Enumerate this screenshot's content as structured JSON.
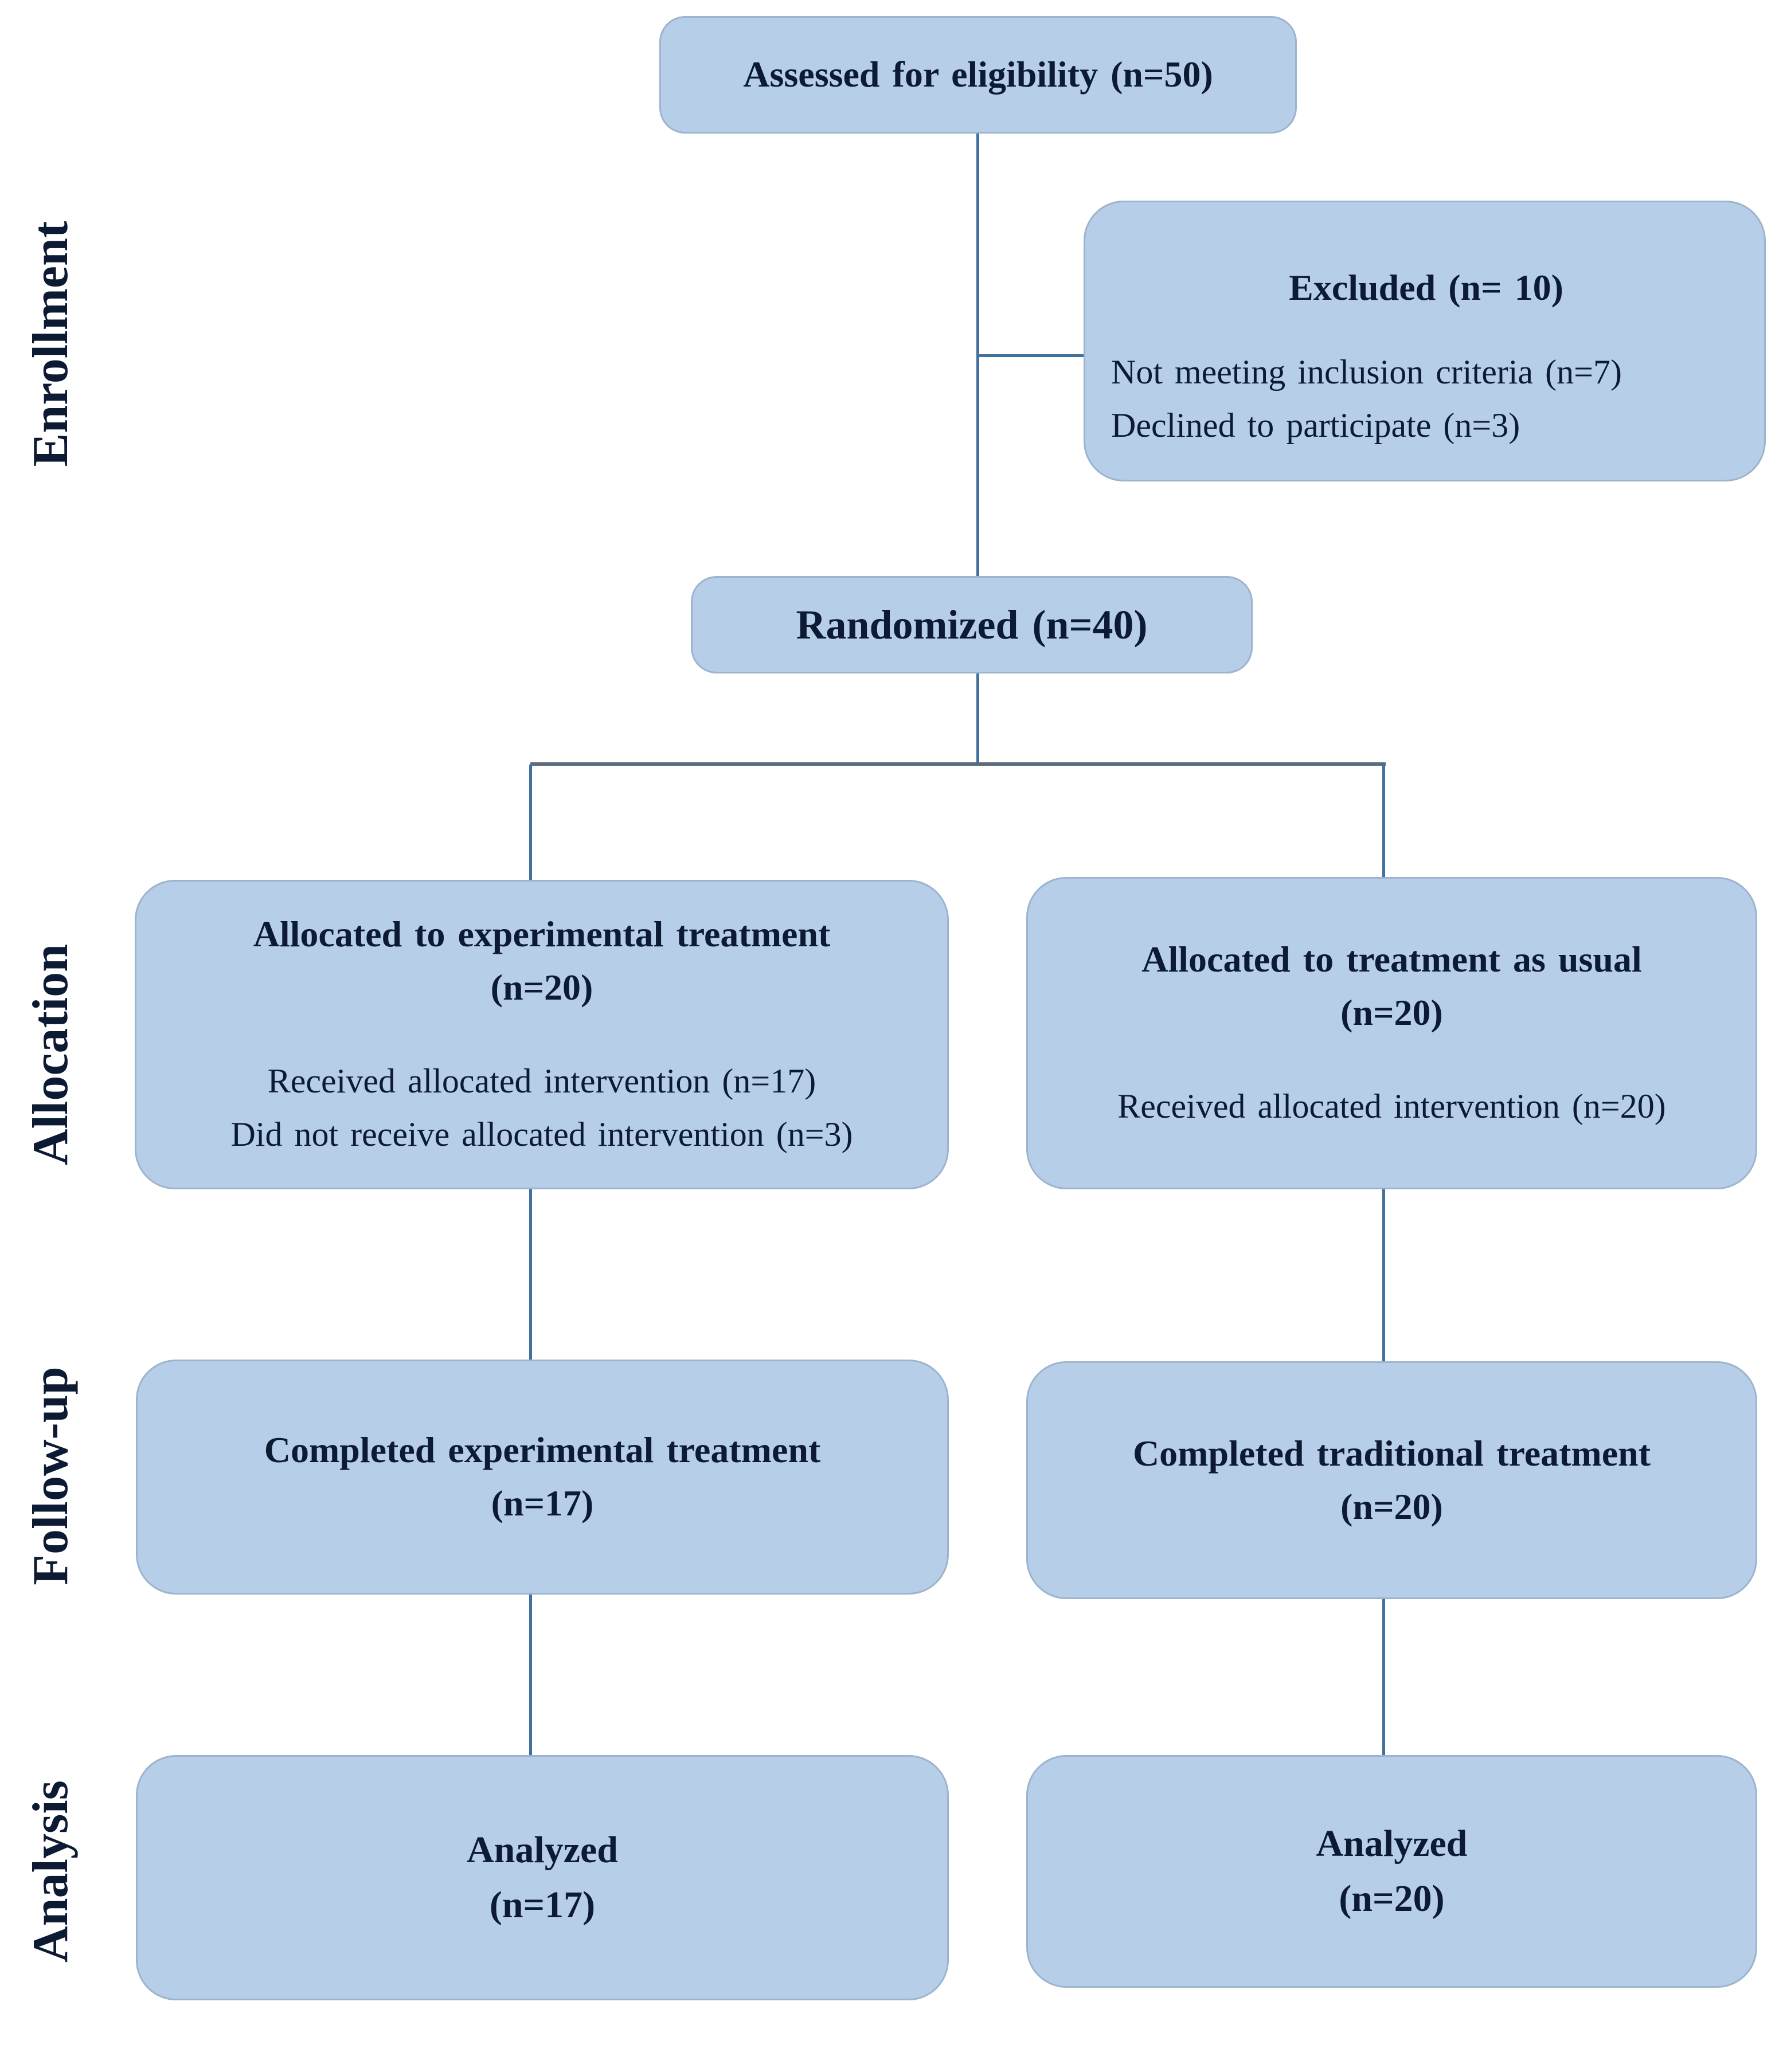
{
  "colors": {
    "box_fill": "#b7cee9",
    "box_border": "#9db4cd",
    "connector": "#41719c",
    "divider": "#5a6b7e",
    "text": "#0c1b33",
    "background": "#ffffff"
  },
  "stage_labels": [
    "Enrollment",
    "Allocation",
    "Follow-up",
    "Analysis"
  ],
  "boxes": {
    "assessed": {
      "title": "Assessed for eligibility (n=50)"
    },
    "excluded": {
      "title": "Excluded (n= 10)",
      "items": [
        "Not meeting inclusion criteria (n=7)",
        "Declined to participate (n=3)"
      ]
    },
    "randomized": {
      "title": "Randomized (n=40)"
    },
    "allocation_left": {
      "title": "Allocated to experimental treatment",
      "n": "(n=20)",
      "details": [
        "Received allocated intervention (n=17)",
        "Did not receive allocated intervention (n=3)"
      ]
    },
    "allocation_right": {
      "title": "Allocated to treatment as usual",
      "n": "(n=20)",
      "details": [
        "Received allocated intervention (n=20)"
      ]
    },
    "followup_left": {
      "title": "Completed experimental treatment",
      "n": "(n=17)"
    },
    "followup_right": {
      "title": "Completed traditional treatment",
      "n": "(n=20)"
    },
    "analysis_left": {
      "title": "Analyzed",
      "n": "(n=17)"
    },
    "analysis_right": {
      "title": "Analyzed",
      "n": "(n=20)"
    }
  }
}
